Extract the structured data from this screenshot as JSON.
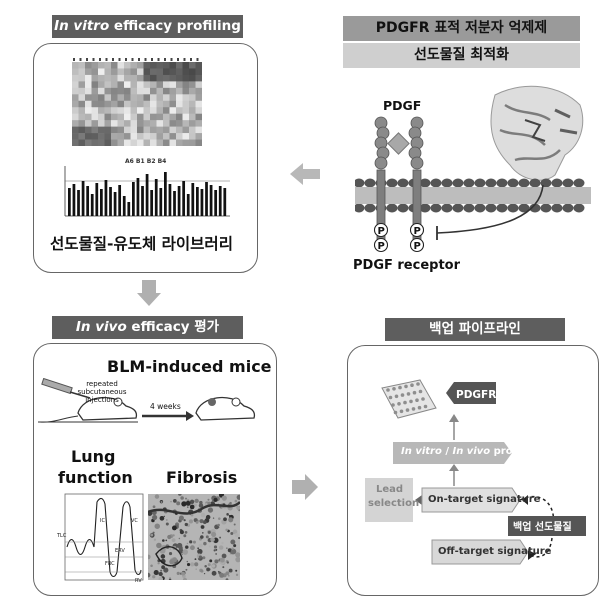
{
  "invitro": {
    "banner_prefix": "In vitro",
    "banner_suffix": " efficacy profiling",
    "bar_labels": "A6 B1 B2 B4",
    "library_label": "선도물질-유도체 라이브러리"
  },
  "pdgfr": {
    "title": "PDGFR 표적 저분자 억제제",
    "subtitle": "선도물질 최적화",
    "ligand_label": "PDGF",
    "receptor_label": "PDGF receptor",
    "phospho": "P"
  },
  "invivo": {
    "banner_prefix": "In vivo",
    "banner_suffix": " efficacy 평가",
    "model_title": "BLM-induced mice",
    "injection_label": "repeated subcutaneous injections",
    "duration_label": "4 weeks",
    "lung_label_1": "Lung",
    "lung_label_2": "function",
    "fibrosis_label": "Fibrosis",
    "spiro_labels": [
      "IC",
      "VC",
      "TLC",
      "ERV",
      "FRC",
      "RV"
    ]
  },
  "pipeline": {
    "banner": "백업 파이프라인",
    "target_tag": "PDGFR",
    "profiling_prefix": "In vitro",
    "profiling_mid": " / ",
    "profiling_vivo": "In vivo",
    "profiling_suffix": " profiling",
    "lead_line1": "Lead",
    "lead_line2": "selection",
    "on_target": "On-target signature",
    "off_target": "Off-target signature",
    "backup_tag": "백업 선도물질"
  }
}
